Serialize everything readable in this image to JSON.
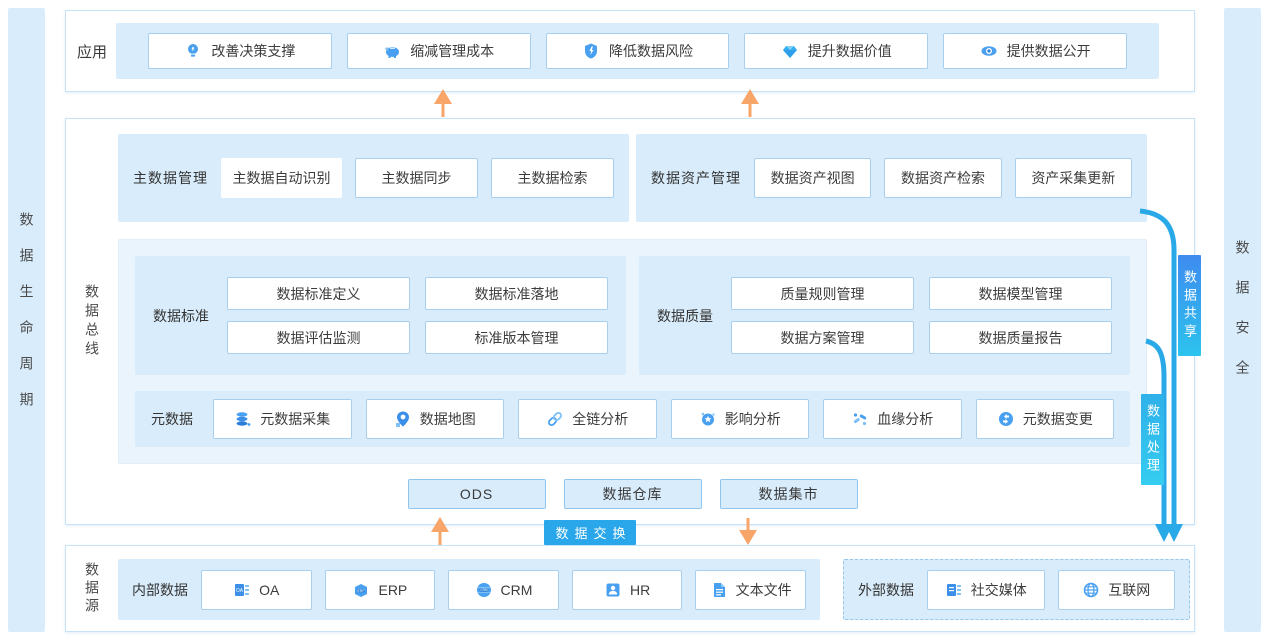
{
  "left_bar": {
    "label": "数据生命周期"
  },
  "right_bar": {
    "label": "数据安全"
  },
  "app_section": {
    "label": "应用",
    "items": [
      {
        "icon": "lightbulb-icon",
        "label": "改善决策支撑"
      },
      {
        "icon": "piggy-bank-icon",
        "label": "缩减管理成本"
      },
      {
        "icon": "shield-icon",
        "label": "降低数据风险"
      },
      {
        "icon": "diamond-icon",
        "label": "提升数据价值"
      },
      {
        "icon": "eye-icon",
        "label": "提供数据公开"
      }
    ]
  },
  "bus_section": {
    "label": "数据总线",
    "master_data": {
      "label": "主数据管理",
      "items": [
        "主数据自动识别",
        "主数据同步",
        "主数据检索"
      ]
    },
    "asset_mgmt": {
      "label": "数据资产管理",
      "items": [
        "数据资产视图",
        "数据资产检索",
        "资产采集更新"
      ]
    },
    "standards": {
      "label": "数据标准",
      "items": [
        "数据标准定义",
        "数据标准落地",
        "数据评估监测",
        "标准版本管理"
      ]
    },
    "quality": {
      "label": "数据质量",
      "items": [
        "质量规则管理",
        "数据模型管理",
        "数据方案管理",
        "数据质量报告"
      ]
    },
    "metadata": {
      "label": "元数据",
      "items": [
        {
          "icon": "database-icon",
          "label": "元数据采集"
        },
        {
          "icon": "map-pin-icon",
          "label": "数据地图"
        },
        {
          "icon": "link-icon",
          "label": "全链分析"
        },
        {
          "icon": "impact-icon",
          "label": "影响分析"
        },
        {
          "icon": "lineage-icon",
          "label": "血缘分析"
        },
        {
          "icon": "metadata-change-icon",
          "label": "元数据变更"
        }
      ]
    },
    "storage": [
      "ODS",
      "数据仓库",
      "数据集市"
    ]
  },
  "badges": {
    "exchange": "数据交换",
    "share": "数据共享",
    "process": "数据处理"
  },
  "source_section": {
    "label": "数据源",
    "internal": {
      "label": "内部数据",
      "items": [
        {
          "icon": "oa-icon",
          "label": "OA"
        },
        {
          "icon": "erp-icon",
          "label": "ERP"
        },
        {
          "icon": "crm-icon",
          "label": "CRM"
        },
        {
          "icon": "hr-icon",
          "label": "HR"
        },
        {
          "icon": "text-file-icon",
          "label": "文本文件"
        }
      ]
    },
    "external": {
      "label": "外部数据",
      "items": [
        {
          "icon": "social-media-icon",
          "label": "社交媒体"
        },
        {
          "icon": "globe-icon",
          "label": "互联网"
        }
      ]
    }
  },
  "colors": {
    "panel_blue": "#d9ecfb",
    "outer_blue": "#eaf4fd",
    "border_blue": "#a9cfee",
    "flow_cyan": "#29a9e7",
    "arrow_orange": "#f8a56a",
    "badge_blue": "#2aa7ea"
  }
}
